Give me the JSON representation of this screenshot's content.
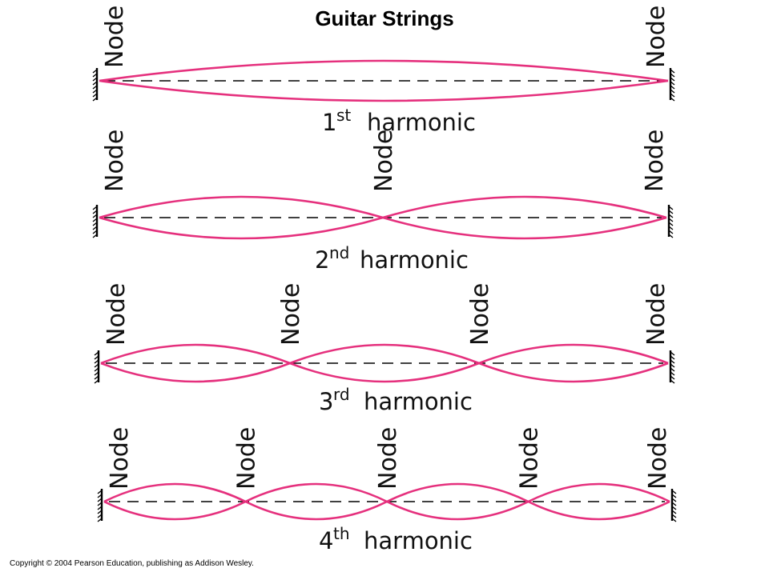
{
  "title": "Guitar Strings",
  "node_label": "Node",
  "copyright": "Copyright © 2004 Pearson Education, publishing as Addison Wesley.",
  "colors": {
    "wave": "#e5307d",
    "string": "#000000",
    "text": "#111111"
  },
  "harmonics": [
    {
      "id": "1",
      "number": "1",
      "suffix": "st",
      "label": "harmonic",
      "loops": 1
    },
    {
      "id": "2",
      "number": "2",
      "suffix": "nd",
      "label": "harmonic",
      "loops": 2
    },
    {
      "id": "3",
      "number": "3",
      "suffix": "rd",
      "label": "harmonic",
      "loops": 3
    },
    {
      "id": "4",
      "number": "4",
      "suffix": "th",
      "label": "harmonic",
      "loops": 4
    }
  ]
}
